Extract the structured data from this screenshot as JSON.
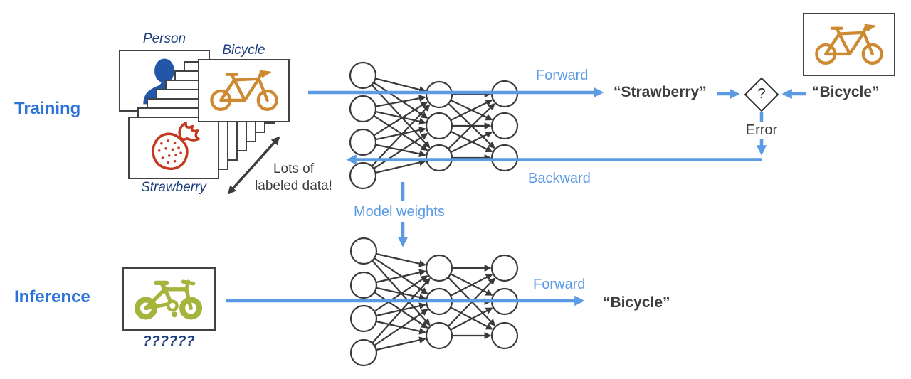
{
  "colors": {
    "section_blue": "#2b72d9",
    "arrow_blue": "#5b9be4",
    "navy": "#1b3c7d",
    "dark_text": "#3d3d3d",
    "orange_bicycle": "#cd8a33",
    "red_strawberry": "#c53a1e",
    "green_bicycle": "#a5b43d",
    "person_blue": "#2456a8"
  },
  "network": {
    "layers": [
      4,
      3,
      3
    ]
  },
  "training": {
    "section_label": "Training",
    "cards": {
      "person": {
        "label": "Person",
        "icon": "person-icon"
      },
      "bicycle": {
        "label": "Bicycle",
        "icon": "bicycle-icon"
      },
      "strawberry": {
        "label": "Strawberry",
        "icon": "strawberry-icon"
      },
      "stack_note_line1": "Lots of",
      "stack_note_line2": "labeled data!"
    },
    "forward_label": "Forward",
    "backward_label": "Backward",
    "prediction": "“Strawberry”",
    "comparison": "?",
    "error_label": "Error",
    "ground_truth": "“Bicycle”",
    "truth_card_icon": "bicycle-icon"
  },
  "model_weights_label": "Model weights",
  "inference": {
    "section_label": "Inference",
    "input_card_icon": "green-bicycle-icon",
    "input_caption": "??????",
    "forward_label": "Forward",
    "prediction": "“Bicycle”"
  }
}
